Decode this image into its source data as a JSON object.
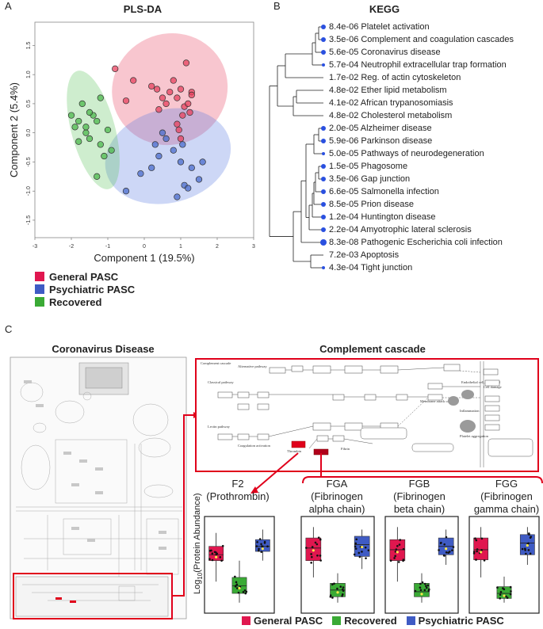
{
  "panels": {
    "a_letter": "A",
    "b_letter": "B",
    "c_letter": "C"
  },
  "plsda": {
    "title": "PLS-DA",
    "chart_data": {
      "type": "scatter",
      "title": "PLS-DA",
      "xlabel": "Component 1 (19.5%)",
      "ylabel": "Component 2 (5.4%)",
      "xlim": [
        -3,
        3
      ],
      "ylim": [
        -1.8,
        1.9
      ],
      "xticks": [
        "-3",
        "-2",
        "-1",
        "0",
        "1",
        "2",
        "3"
      ],
      "yticks": [
        "-1.5",
        "-1.0",
        "-0.5",
        "0.0",
        "0.5",
        "1.0",
        "1.5"
      ],
      "series": [
        {
          "name": "General PASC",
          "color": "#e8415f",
          "x": [
            -0.8,
            -0.3,
            0.2,
            0.35,
            0.5,
            0.7,
            0.8,
            0.9,
            1.0,
            1.1,
            1.2,
            1.3,
            1.25,
            1.05,
            0.9,
            0.6,
            0.4,
            1.15,
            1.3,
            -0.5,
            0.95,
            1.0
          ],
          "y": [
            1.1,
            0.9,
            0.8,
            0.75,
            0.6,
            0.7,
            0.9,
            0.6,
            0.75,
            0.45,
            0.5,
            0.7,
            0.35,
            0.3,
            0.15,
            0.5,
            0.4,
            1.2,
            0.65,
            0.55,
            0.05,
            -0.1
          ]
        },
        {
          "name": "Psychiatric PASC",
          "color": "#4a6ccc",
          "x": [
            -0.5,
            -0.1,
            0.2,
            0.4,
            0.6,
            0.8,
            1.0,
            1.1,
            1.3,
            1.5,
            1.6,
            0.3,
            0.9,
            1.2,
            0.5,
            1.05
          ],
          "y": [
            -1.0,
            -0.7,
            -0.6,
            -0.4,
            -0.1,
            -0.3,
            -0.5,
            -0.9,
            -0.6,
            -0.8,
            -0.5,
            -0.2,
            -1.1,
            -0.95,
            0.0,
            -0.2
          ]
        },
        {
          "name": "Recovered",
          "color": "#4cb84c",
          "x": [
            -2.0,
            -1.9,
            -1.8,
            -1.7,
            -1.6,
            -1.5,
            -1.4,
            -1.3,
            -1.2,
            -1.1,
            -1.0,
            -0.9,
            -1.5,
            -1.8,
            -1.3,
            -1.2,
            -1.6
          ],
          "y": [
            0.3,
            0.1,
            0.2,
            0.5,
            0.0,
            -0.1,
            0.3,
            0.2,
            -0.2,
            -0.4,
            0.05,
            -0.3,
            0.35,
            -0.15,
            -0.75,
            0.6,
            0.1
          ]
        }
      ]
    }
  },
  "legend_a": {
    "general": "General PASC",
    "psychiatric": "Psychiatric PASC",
    "recovered": "Recovered",
    "general_color": "#e0174f",
    "psychiatric_color": "#3f5bc4",
    "recovered_color": "#3aaa35"
  },
  "kegg": {
    "title": "KEGG",
    "terms": [
      {
        "pval": "8.4e-06",
        "name": "Platelet activation"
      },
      {
        "pval": "3.5e-06",
        "name": "Complement and coagulation cascades"
      },
      {
        "pval": "5.6e-05",
        "name": "Coronavirus disease"
      },
      {
        "pval": "5.7e-04",
        "name": "Neutrophil extracellular trap formation"
      },
      {
        "pval": "1.7e-02",
        "name": "Reg. of actin cytoskeleton"
      },
      {
        "pval": "4.8e-02",
        "name": "Ether lipid metabolism"
      },
      {
        "pval": "4.1e-02",
        "name": "African trypanosomiasis"
      },
      {
        "pval": "4.8e-02",
        "name": "Cholesterol metabolism"
      },
      {
        "pval": "2.0e-05",
        "name": "Alzheimer disease"
      },
      {
        "pval": "5.9e-06",
        "name": "Parkinson disease"
      },
      {
        "pval": "5.0e-05",
        "name": "Pathways of neurodegeneration"
      },
      {
        "pval": "1.5e-05",
        "name": "Phagosome"
      },
      {
        "pval": "3.5e-06",
        "name": "Gap junction"
      },
      {
        "pval": "6.6e-05",
        "name": "Salmonella infection"
      },
      {
        "pval": "8.5e-05",
        "name": "Prion disease"
      },
      {
        "pval": "1.2e-04",
        "name": "Huntington disease"
      },
      {
        "pval": "2.2e-04",
        "name": "Amyotrophic lateral sclerosis"
      },
      {
        "pval": "8.3e-08",
        "name": "Pathogenic Escherichia coli infection"
      },
      {
        "pval": "7.2e-03",
        "name": "Apoptosis"
      },
      {
        "pval": "4.3e-04",
        "name": "Tight junction"
      }
    ]
  },
  "panel_c": {
    "coronavirus_title": "Coronavirus Disease",
    "complement_title": "Complement cascade",
    "pathway_labels": {
      "classical": "Classical pathway",
      "lectin": "Lectin pathway",
      "alternative": "Alternative pathway",
      "coagulation": "Coagulation activation",
      "thrombin": "Thrombin",
      "fibrin": "Fibrin",
      "platelet": "Platelet aggregation",
      "mac": "Membrane attack complex",
      "cell_damage": "Cell damage",
      "inflammation": "Inflammation",
      "endothelial": "Endothelial cell, neutrophil"
    },
    "genes": [
      {
        "symbol": "F2",
        "desc": "(Prothrombin)"
      },
      {
        "symbol": "FGA",
        "desc": "(Fibrinogen alpha chain)"
      },
      {
        "symbol": "FGB",
        "desc": "(Fibrinogen beta chain)"
      },
      {
        "symbol": "FGG",
        "desc": "(Fibrinogen gamma chain)"
      }
    ],
    "ylabel_prefix": "Log",
    "ylabel_sub": "10",
    "ylabel_suffix": "(Protein Abundance)",
    "legend": {
      "general": "General PASC",
      "recovered": "Recovered",
      "psychiatric": "Psychiatric PASC"
    },
    "highlight_color": "#e0001b",
    "chart_data": {
      "type": "box",
      "groups": [
        "General PASC",
        "Recovered",
        "Psychiatric PASC"
      ],
      "colors": [
        "#e0174f",
        "#3aaa35",
        "#3f5bc4"
      ],
      "panels": [
        {
          "gene": "F2",
          "boxes": [
            {
              "min": 0.3,
              "q1": 0.55,
              "median": 0.62,
              "q3": 0.72,
              "max": 0.88
            },
            {
              "min": 0.05,
              "q1": 0.16,
              "median": 0.25,
              "q3": 0.35,
              "max": 0.55
            },
            {
              "min": 0.55,
              "q1": 0.66,
              "median": 0.72,
              "q3": 0.8,
              "max": 0.92
            }
          ]
        },
        {
          "gene": "FGA",
          "boxes": [
            {
              "min": 0.35,
              "q1": 0.55,
              "median": 0.7,
              "q3": 0.82,
              "max": 0.95
            },
            {
              "min": 0.05,
              "q1": 0.12,
              "median": 0.2,
              "q3": 0.28,
              "max": 0.4
            },
            {
              "min": 0.45,
              "q1": 0.6,
              "median": 0.74,
              "q3": 0.84,
              "max": 0.92
            }
          ]
        },
        {
          "gene": "FGB",
          "boxes": [
            {
              "min": 0.3,
              "q1": 0.55,
              "median": 0.68,
              "q3": 0.8,
              "max": 0.95
            },
            {
              "min": 0.05,
              "q1": 0.12,
              "median": 0.18,
              "q3": 0.28,
              "max": 0.4
            },
            {
              "min": 0.5,
              "q1": 0.62,
              "median": 0.72,
              "q3": 0.82,
              "max": 0.92
            }
          ]
        },
        {
          "gene": "FGG",
          "boxes": [
            {
              "min": 0.35,
              "q1": 0.56,
              "median": 0.68,
              "q3": 0.82,
              "max": 0.95
            },
            {
              "min": 0.05,
              "q1": 0.1,
              "median": 0.16,
              "q3": 0.24,
              "max": 0.36
            },
            {
              "min": 0.5,
              "q1": 0.62,
              "median": 0.76,
              "q3": 0.86,
              "max": 0.95
            }
          ]
        }
      ]
    }
  }
}
